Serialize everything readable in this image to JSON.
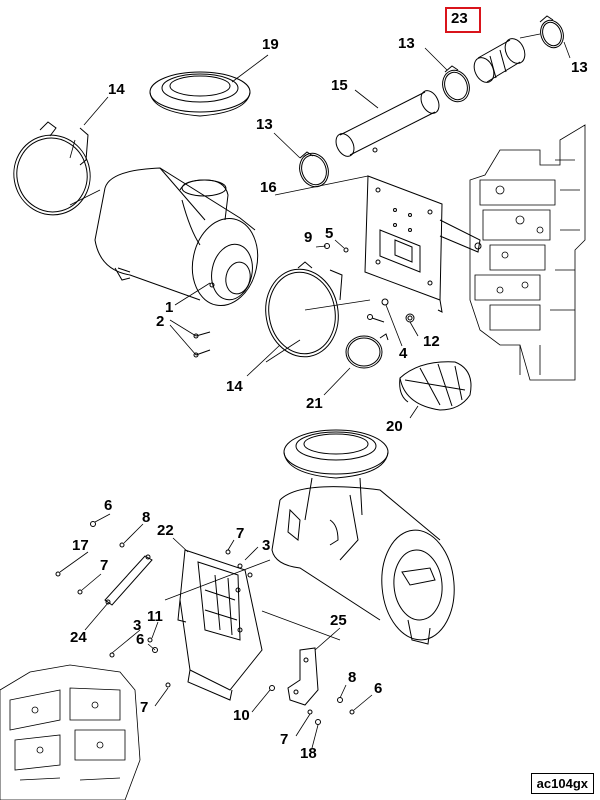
{
  "diagram": {
    "highlighted_callout": "23",
    "reference_code": "ac104gx",
    "callouts": [
      "23",
      "13",
      "13",
      "19",
      "14",
      "15",
      "13",
      "16",
      "9",
      "5",
      "1",
      "2",
      "12",
      "4",
      "14",
      "21",
      "20",
      "6",
      "8",
      "22",
      "17",
      "7",
      "3",
      "7",
      "24",
      "3",
      "11",
      "6",
      "25",
      "8",
      "6",
      "7",
      "10",
      "7",
      "18"
    ]
  },
  "colors": {
    "highlight": "#d9141b",
    "line": "#000000"
  }
}
